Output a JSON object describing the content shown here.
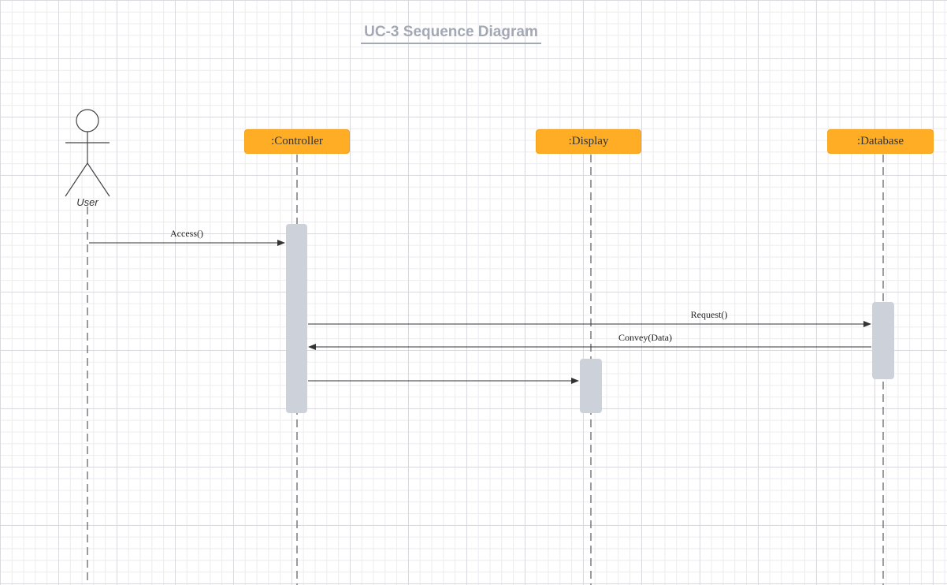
{
  "diagram": {
    "title": "UC-3 Sequence Diagram",
    "actor": {
      "label": "User"
    },
    "participants": [
      {
        "id": "controller",
        "label": ":Controller"
      },
      {
        "id": "display",
        "label": ":Display"
      },
      {
        "id": "database",
        "label": ":Database"
      }
    ],
    "messages": [
      {
        "from": "User",
        "to": ":Controller",
        "label": "Access()"
      },
      {
        "from": ":Controller",
        "to": ":Database",
        "label": "Request()"
      },
      {
        "from": ":Database",
        "to": ":Controller",
        "label": "Convey(Data)"
      },
      {
        "from": ":Controller",
        "to": ":Display",
        "label": ""
      }
    ]
  },
  "colors": {
    "participant_fill": "#ffad25",
    "activation_fill": "#cdd2da",
    "title": "#a3a8b4"
  }
}
